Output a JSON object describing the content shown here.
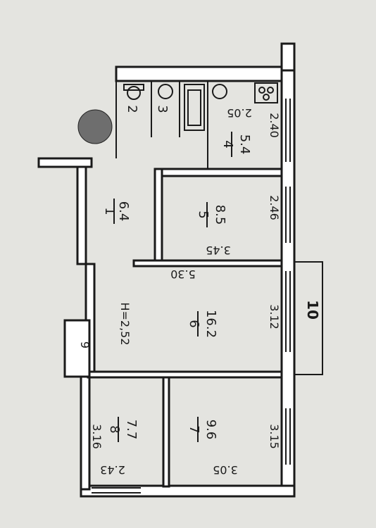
{
  "rooms": [
    {
      "number": "1",
      "area": "6.4"
    },
    {
      "number": "2",
      "area": ""
    },
    {
      "number": "3",
      "area": ""
    },
    {
      "number": "4",
      "area": "5.4"
    },
    {
      "number": "5",
      "area": "8.5"
    },
    {
      "number": "6",
      "area": "16.2"
    },
    {
      "number": "7",
      "area": "9.6"
    },
    {
      "number": "8",
      "area": "7.7"
    },
    {
      "number": "9",
      "area": ""
    },
    {
      "number": "10",
      "area": ""
    }
  ],
  "dimensions": {
    "kitchen_w": "2.05",
    "kitchen_d": "2.40",
    "room5_d": "2.46",
    "room5_w": "3.45",
    "room6_w": "5.30",
    "room6_d": "3.12",
    "room7_d": "3.15",
    "room7_w": "3.05",
    "room8_d": "3.16",
    "room8_w": "2.43"
  },
  "ceiling_height": "H=2,52",
  "colors": {
    "paper": "#e4e4e0",
    "wall": "#1a1a1a"
  }
}
